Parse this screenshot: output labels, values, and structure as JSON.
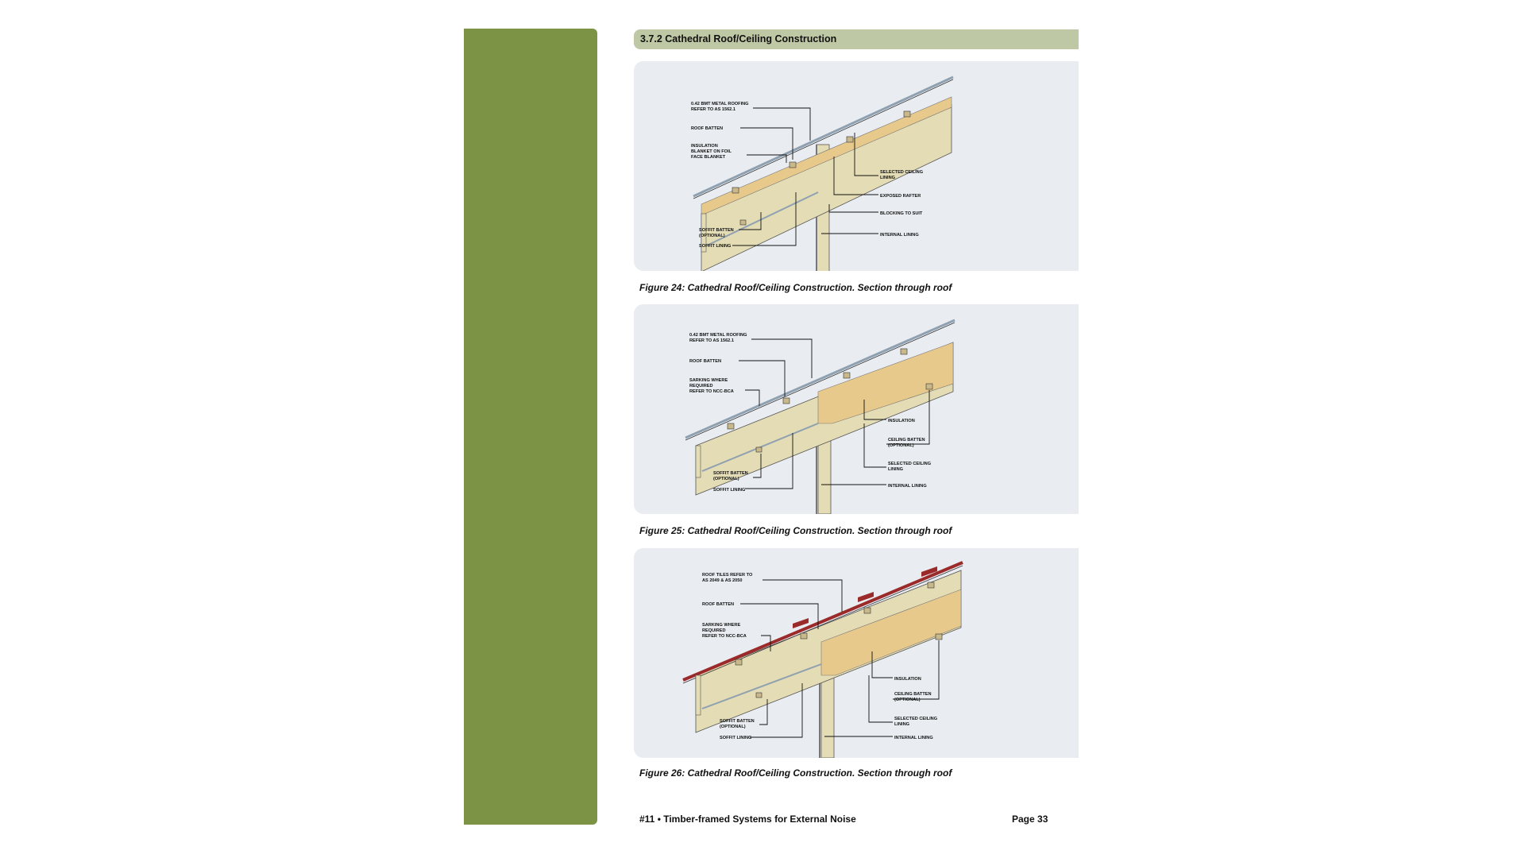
{
  "section": {
    "title": "3.7.2  Cathedral Roof/Ceiling Construction"
  },
  "figures": [
    {
      "caption": "Figure 24: Cathedral Roof/Ceiling Construction. Section through roof",
      "labels": {
        "roofing_1": "0.42 BMT METAL ROOFING",
        "roofing_2": "REFER TO AS 1562.1",
        "roof_batten": "ROOF BATTEN",
        "insul_1": "INSULATION",
        "insul_2": "BLANKET ON FOIL",
        "insul_3": "FACE BLANKET",
        "soffit_batten_1": "SOFFIT BATTEN",
        "soffit_batten_2": "(OPTIONAL)",
        "soffit_lining": "SOFFIT LINING",
        "ceiling_lining_1": "SELECTED CEILING",
        "ceiling_lining_2": "LINING",
        "exposed_rafter": "EXPOSED RAFTER",
        "blocking": "BLOCKING TO SUIT",
        "internal_lining": "INTERNAL LINING"
      }
    },
    {
      "caption": "Figure 25: Cathedral Roof/Ceiling Construction. Section through roof",
      "labels": {
        "roofing_1": "0.42 BMT METAL ROOFING",
        "roofing_2": "REFER TO AS 1562.1",
        "roof_batten": "ROOF BATTEN",
        "sarking_1": "SARKING WHERE",
        "sarking_2": "REQUIRED",
        "sarking_3": "REFER TO NCC-BCA",
        "soffit_batten_1": "SOFFIT BATTEN",
        "soffit_batten_2": "(OPTIONAL)",
        "soffit_lining": "SOFFIT LINING",
        "insulation": "INSULATION",
        "ceiling_batten_1": "CEILING BATTEN",
        "ceiling_batten_2": "(OPTIONAL)",
        "ceiling_lining_1": "SELECTED CEILING",
        "ceiling_lining_2": "LINING",
        "internal_lining": "INTERNAL LINING"
      }
    },
    {
      "caption": "Figure 26: Cathedral Roof/Ceiling Construction. Section through roof",
      "labels": {
        "tiles_1": "ROOF TILES REFER TO",
        "tiles_2": "AS 2049 & AS 2050",
        "roof_batten": "ROOF BATTEN",
        "sarking_1": "SARKING WHERE",
        "sarking_2": "REQUIRED",
        "sarking_3": "REFER TO NCC-BCA",
        "soffit_batten_1": "SOFFIT BATTEN",
        "soffit_batten_2": "(OPTIONAL)",
        "soffit_lining": "SOFFIT LINING",
        "insulation": "INSULATION",
        "ceiling_batten_1": "CEILING BATTEN",
        "ceiling_batten_2": "(OPTIONAL)",
        "ceiling_lining_1": "SELECTED CEILING",
        "ceiling_lining_2": "LINING",
        "internal_lining": "INTERNAL LINING"
      }
    }
  ],
  "footer": {
    "title": "#11 • Timber-framed Systems for External Noise",
    "page": "Page 33"
  },
  "colors": {
    "sidebar": "#7c9245",
    "section_bar": "#bfc8a4",
    "panel": "#e9edf2",
    "timber": "#e3dcb4",
    "insulation": "#e8c98c",
    "tiles": "#9b2a2a",
    "metal": "#8fa0b0"
  }
}
